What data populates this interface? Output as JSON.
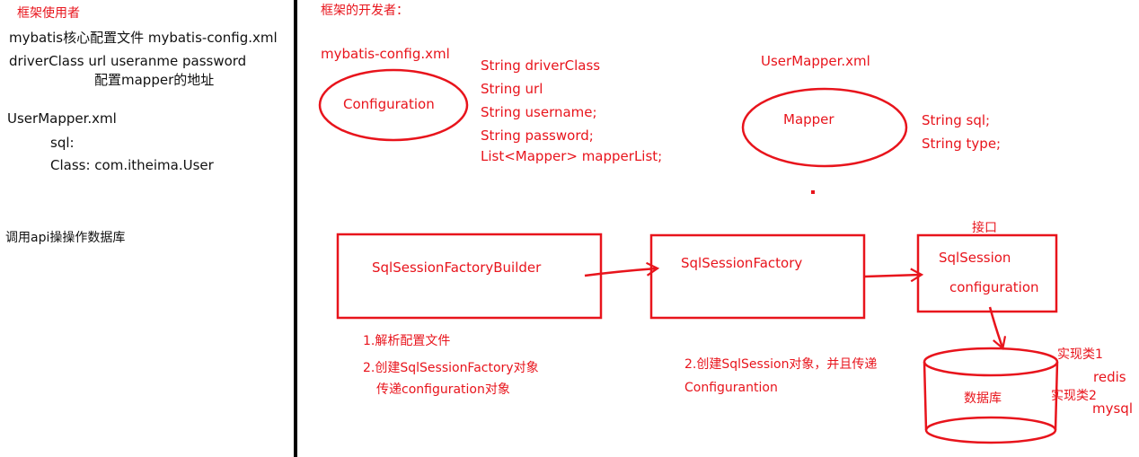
{
  "colors": {
    "ink": "#e8141c",
    "text": "#111111",
    "divider": "#000000",
    "background": "#ffffff"
  },
  "user_side": {
    "title": "框架使用者",
    "config_line": "mybatis核心配置文件  mybatis-config.xml",
    "params_line": "driverClass url  useranme password",
    "mapper_addr": "配置mapper的地址",
    "mapper_file": "UserMapper.xml",
    "sql_label": "sql:",
    "class_label": "Class: com.itheima.User",
    "api_note": "调用api操操作数据库"
  },
  "dev_side": {
    "title": "框架的开发者：",
    "config_file": "mybatis-config.xml",
    "configuration": {
      "label": "Configuration",
      "fields": [
        "String driverClass",
        "String url",
        "String username;",
        "String password;",
        "List<Mapper> mapperList;"
      ]
    },
    "mapper_file": "UserMapper.xml",
    "mapper": {
      "label": "Mapper",
      "fields": [
        "String sql;",
        "String type;"
      ]
    },
    "builder": {
      "label": "SqlSessionFactoryBuilder"
    },
    "factory": {
      "label": "SqlSessionFactory"
    },
    "session": {
      "label": "SqlSession",
      "sub": "configuration",
      "tag": "接口"
    },
    "builder_notes": [
      "1.解析配置文件",
      "2.创建SqlSessionFactory对象",
      "传递configuration对象"
    ],
    "factory_notes": [
      "2.创建SqlSession对象，并且传递",
      "Configurantion"
    ],
    "database": {
      "label": "数据库",
      "impl1": "实现类1",
      "impl1_name": "redis",
      "impl2": "实现类2",
      "impl2_name": "mysql"
    }
  }
}
